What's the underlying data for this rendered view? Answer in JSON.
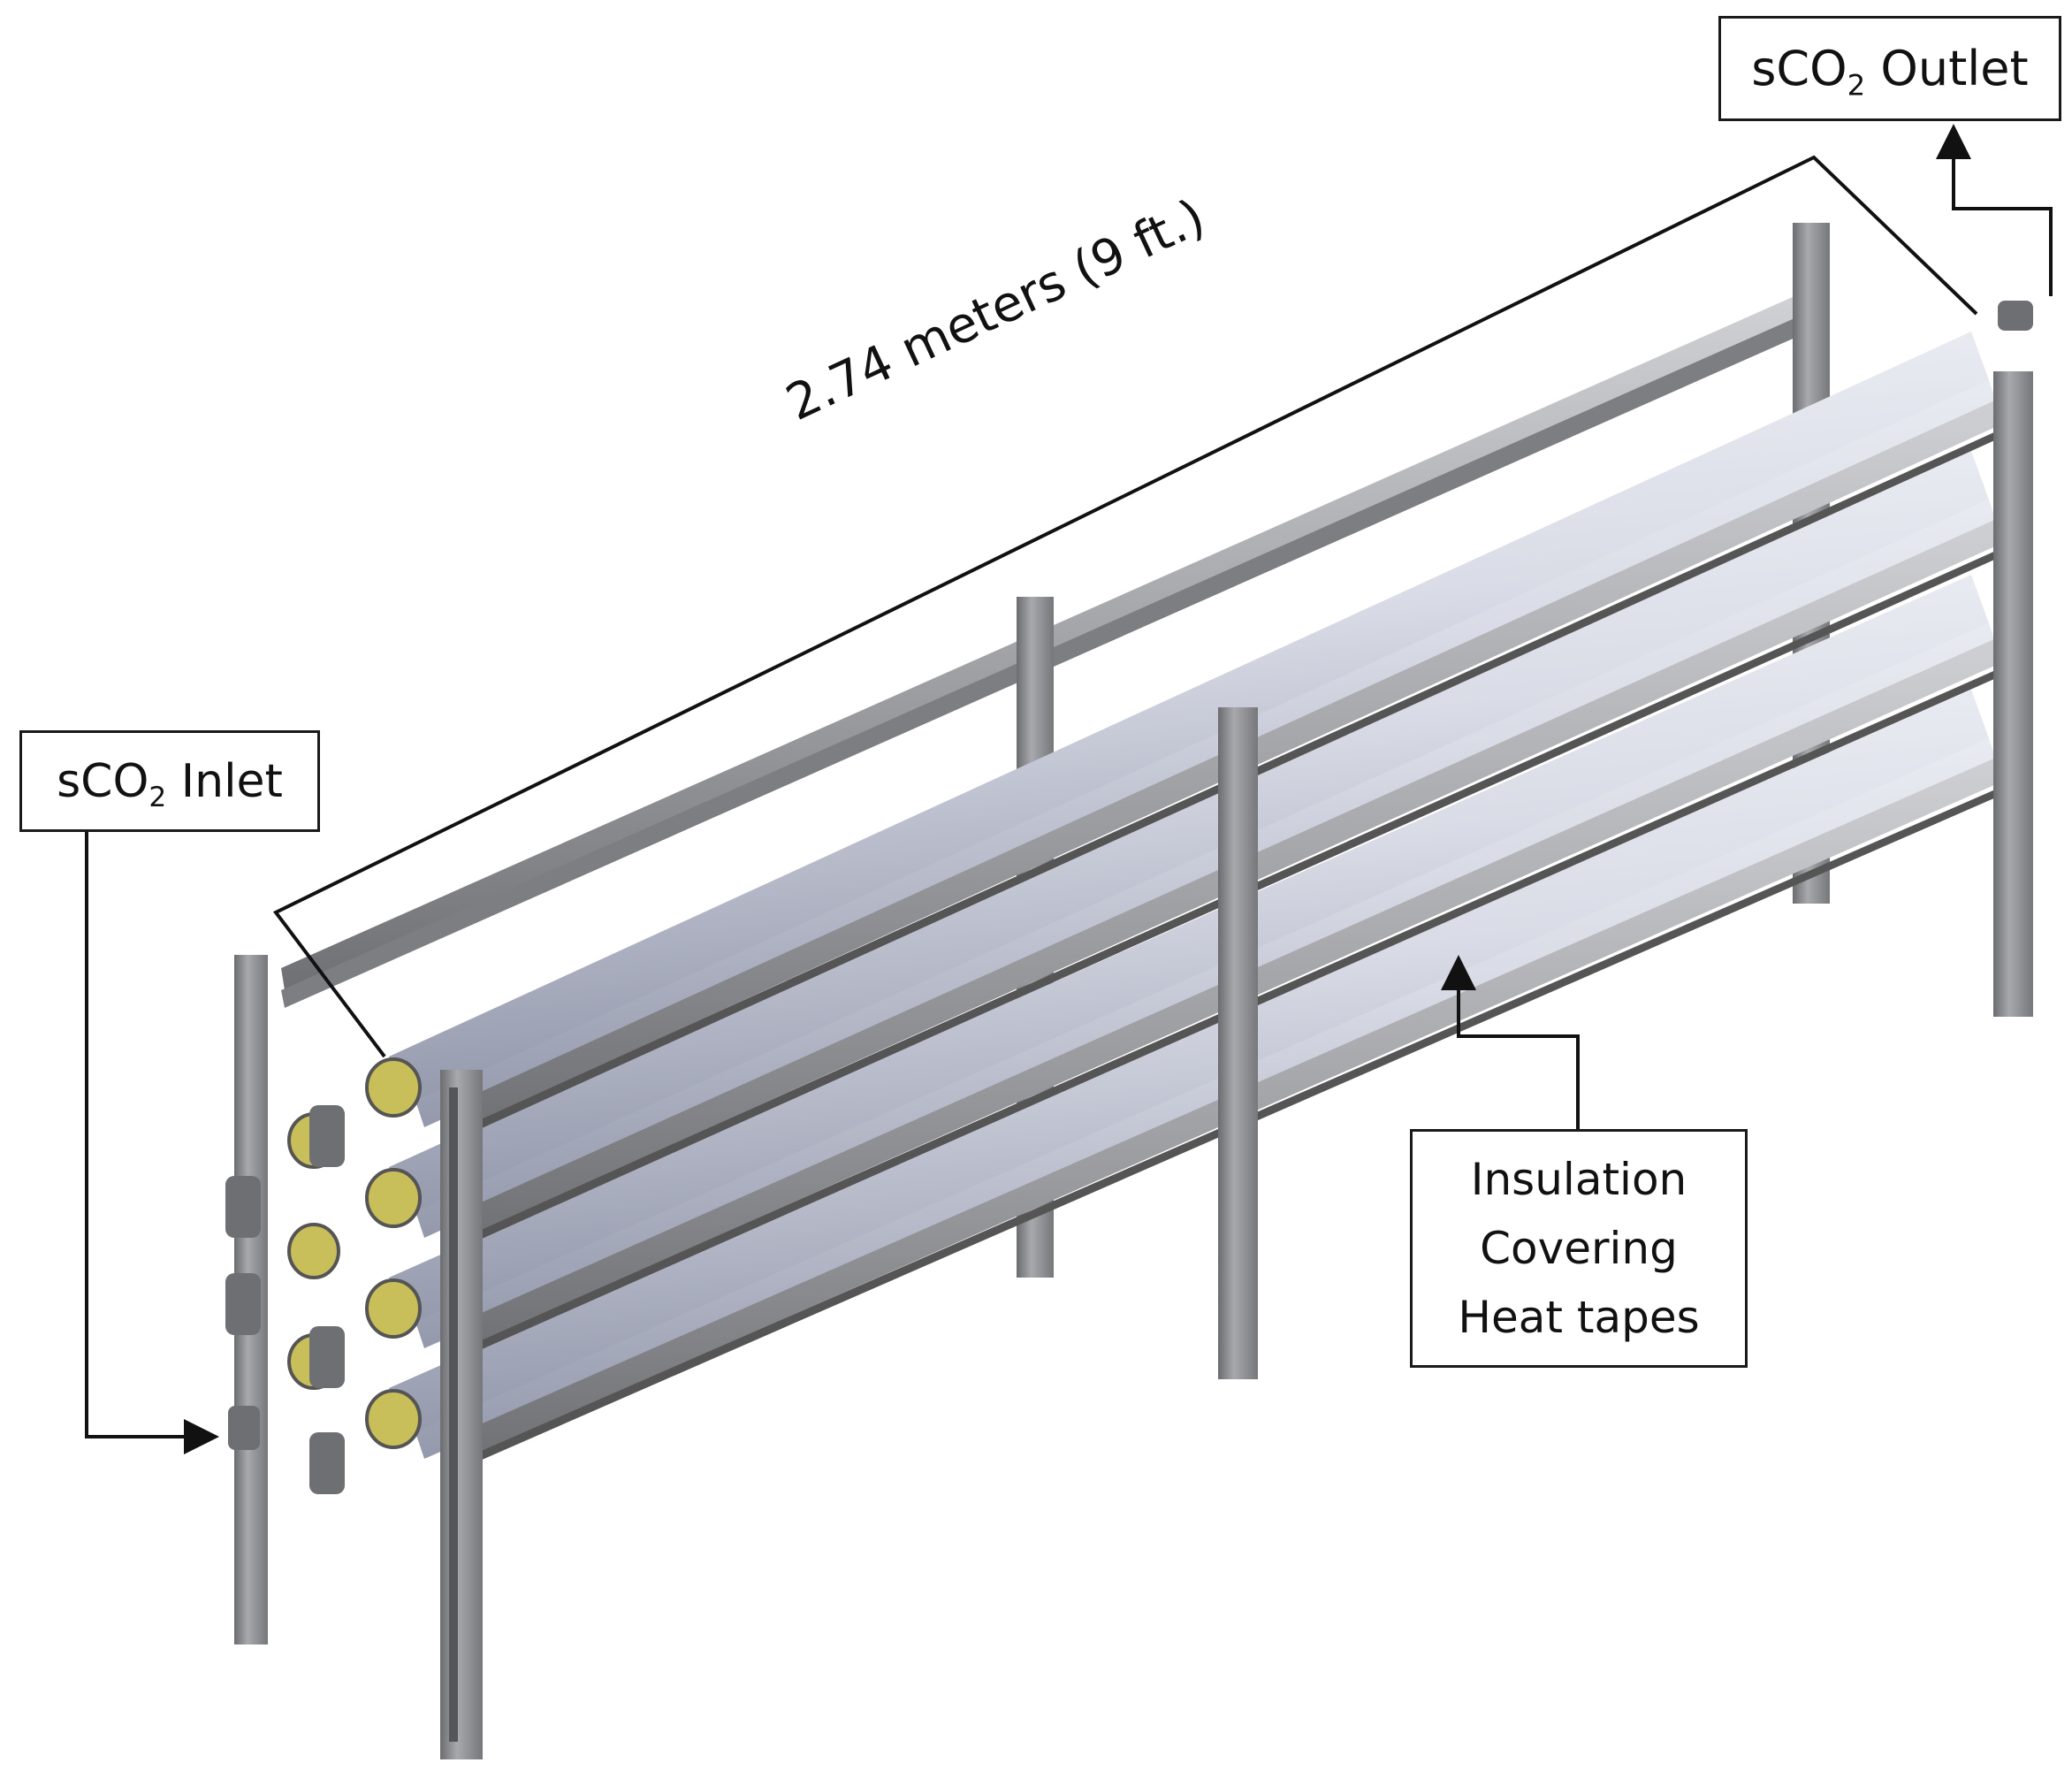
{
  "labels": {
    "outlet": {
      "prefix": "sCO",
      "sub": "2",
      "suffix": " Outlet"
    },
    "inlet": {
      "prefix": "sCO",
      "sub": "2",
      "suffix": " Inlet"
    },
    "length": "2.74 meters (9 ft.)",
    "insulation": [
      "Insulation",
      "Covering",
      "Heat tapes"
    ]
  },
  "colors": {
    "frame": "#8e8f92",
    "frame_dark": "#5f6064",
    "frame_light": "#c4c5c8",
    "tube": "#d9dce6",
    "tube_shade": "#9da2b4",
    "tube_highlight": "#f4f5fa",
    "flange": "#c9bf5a",
    "fitting": "#6e6f73",
    "line": "#111111"
  },
  "icons": [
    "arrow-up-icon",
    "arrow-right-icon"
  ]
}
